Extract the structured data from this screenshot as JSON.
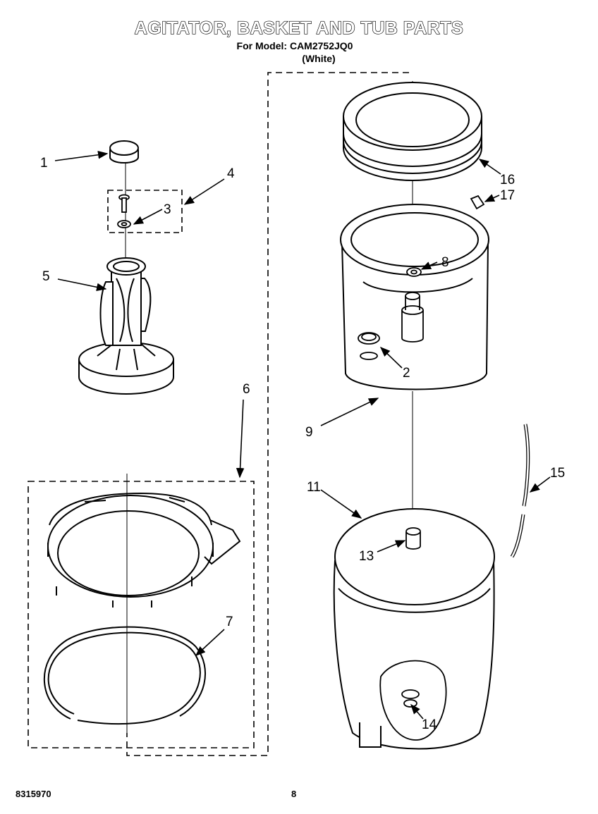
{
  "header": {
    "title": "AGITATOR, BASKET AND TUB PARTS",
    "model_line": "For Model: CAM2752JQ0",
    "color_line": "(White)"
  },
  "callouts": [
    "1",
    "2",
    "3",
    "4",
    "5",
    "6",
    "7",
    "8",
    "9",
    "11",
    "13",
    "14",
    "15",
    "16",
    "17"
  ],
  "footer": {
    "doc_number": "8315970",
    "page_number": "8"
  }
}
